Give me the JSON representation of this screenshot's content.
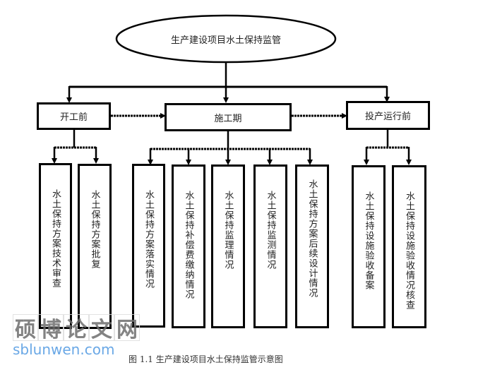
{
  "root": {
    "label": "生产建设项目水土保持监管"
  },
  "phases": [
    {
      "id": "pre-construction",
      "label": "开工前",
      "children": [
        "水土保持方案技术审查",
        "水土保持方案批复"
      ]
    },
    {
      "id": "construction",
      "label": "施工期",
      "children": [
        "水土保持方案落实情况",
        "水土保持补偿费缴纳情况",
        "水土保持监理情况",
        "水土保持监测情况",
        "水土保持方案后续设计情况"
      ]
    },
    {
      "id": "pre-operation",
      "label": "投产运行前",
      "children": [
        "水土保持设施验收备案",
        "水土保持设施验收情况核查"
      ]
    }
  ],
  "caption": "图 1.1  生产建设项目水土保持监管示意图",
  "watermark": {
    "chinese": [
      "硕",
      "博",
      "论",
      "文",
      "网"
    ],
    "url": "sblunwen.com"
  }
}
